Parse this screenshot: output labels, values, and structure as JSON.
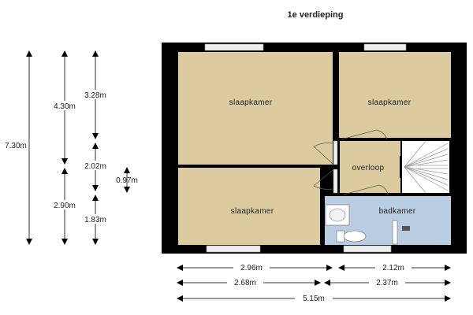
{
  "title": "1e verdieping",
  "rooms": {
    "bedroom_1": "slaapkamer",
    "bedroom_2": "slaapkamer",
    "bedroom_3": "slaapkamer",
    "landing": "overloop",
    "bathroom": "badkamer"
  },
  "colors": {
    "wall": "#000000",
    "floor": "#dccb9e",
    "bathroom": "#b9cde3",
    "stairs": "#ffffff"
  },
  "dimensions": {
    "vertical": {
      "total": "7.30m",
      "left_top": "4.30m",
      "left_bottom": "2.90m",
      "right_top": "3.28m",
      "right_middle": "2.02m",
      "right_bottom": "1.83m",
      "small": "0.97m"
    },
    "horizontal": {
      "row1_left": "2.96m",
      "row1_right": "2.12m",
      "row2_left": "2.68m",
      "row2_right": "2.37m",
      "total": "5.15m"
    }
  }
}
